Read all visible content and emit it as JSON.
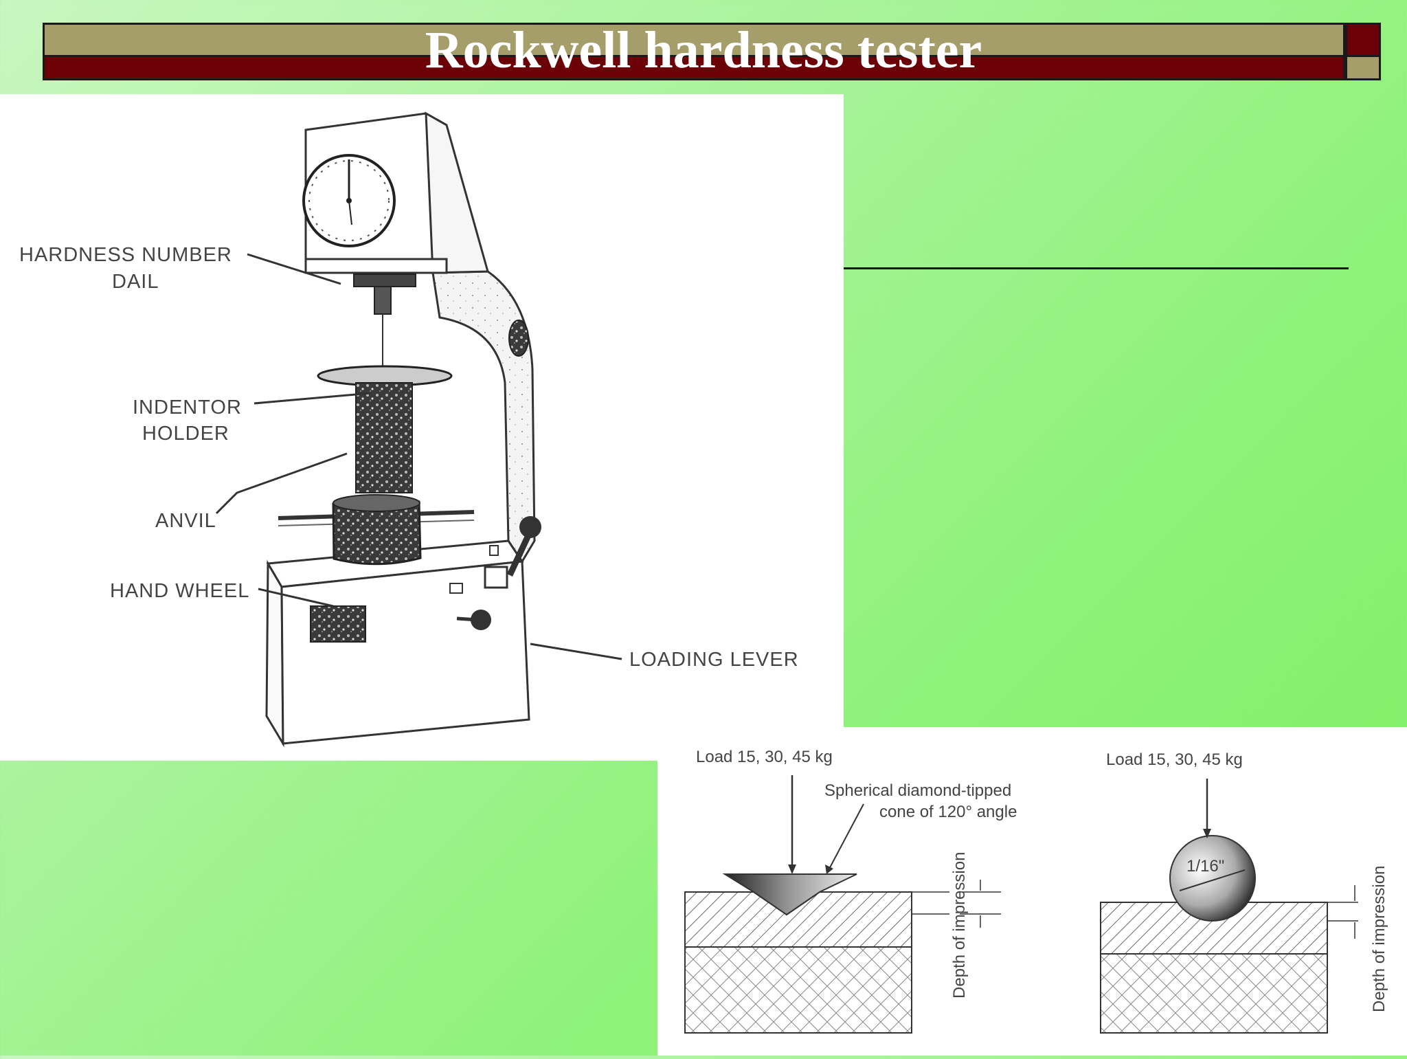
{
  "slide": {
    "title": "Rockwell hardness tester"
  },
  "machine_diagram": {
    "labels": {
      "dial_line1": "HARDNESS NUMBER",
      "dial_line2": "DAIL",
      "holder_line1": "INDENTOR",
      "holder_line2": "HOLDER",
      "anvil": "ANVIL",
      "hand_wheel": "HAND WHEEL",
      "loading_lever": "LOADING LEVER"
    }
  },
  "indentation_diagram": {
    "left": {
      "load": "Load 15, 30, 45 kg",
      "note_line1": "Spherical diamond-tipped",
      "note_line2": "cone of 120° angle",
      "depth": "Depth of impression"
    },
    "right": {
      "load": "Load 15, 30, 45 kg",
      "ball_size": "1/16\"",
      "depth": "Depth of impression"
    }
  },
  "colors": {
    "title_band_top": "#a59d6a",
    "title_band_bottom": "#6b0006",
    "background_green": "#8ff27a"
  }
}
